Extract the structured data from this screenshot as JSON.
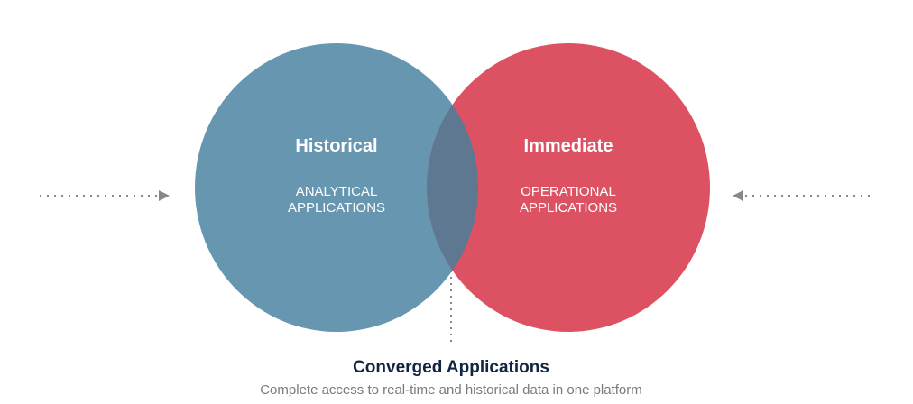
{
  "left_circle": {
    "title": "Historical",
    "line1": "ANALYTICAL",
    "line2": "APPLICATIONS",
    "color": "#6796b0"
  },
  "right_circle": {
    "title": "Immediate",
    "line1": "OPERATIONAL",
    "line2": "APPLICATIONS",
    "color": "#dc5263"
  },
  "overlap_color": "#5f7892",
  "caption": {
    "title": "Converged Applications",
    "subtitle": "Complete access to real-time and historical data in one platform"
  }
}
